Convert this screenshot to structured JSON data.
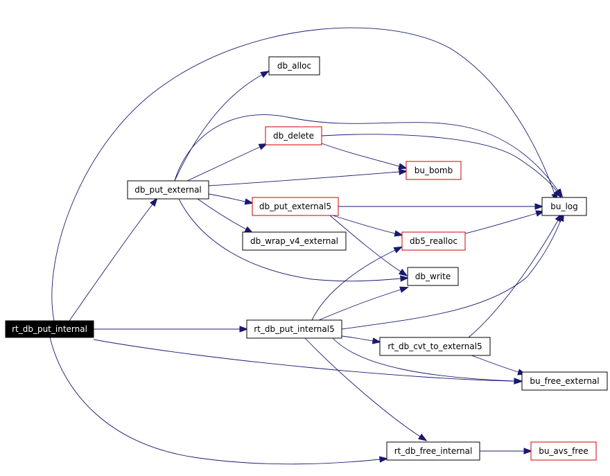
{
  "nodes": [
    {
      "id": "rt_db_put_internal",
      "label": "rt_db_put_internal",
      "style": "root"
    },
    {
      "id": "db_alloc",
      "label": "db_alloc",
      "style": "normal"
    },
    {
      "id": "db_delete",
      "label": "db_delete",
      "style": "external"
    },
    {
      "id": "db_put_external",
      "label": "db_put_external",
      "style": "normal"
    },
    {
      "id": "bu_bomb",
      "label": "bu_bomb",
      "style": "external"
    },
    {
      "id": "db_put_external5",
      "label": "db_put_external5",
      "style": "external"
    },
    {
      "id": "bu_log",
      "label": "bu_log",
      "style": "normal"
    },
    {
      "id": "db_wrap_v4_external",
      "label": "db_wrap_v4_external",
      "style": "normal"
    },
    {
      "id": "db5_realloc",
      "label": "db5_realloc",
      "style": "external"
    },
    {
      "id": "db_write",
      "label": "db_write",
      "style": "normal"
    },
    {
      "id": "rt_db_put_internal5",
      "label": "rt_db_put_internal5",
      "style": "normal"
    },
    {
      "id": "rt_db_cvt_to_external5",
      "label": "rt_db_cvt_to_external5",
      "style": "normal"
    },
    {
      "id": "bu_free_external",
      "label": "bu_free_external",
      "style": "normal"
    },
    {
      "id": "rt_db_free_internal",
      "label": "rt_db_free_internal",
      "style": "normal"
    },
    {
      "id": "bu_avs_free",
      "label": "bu_avs_free",
      "style": "external"
    }
  ],
  "edges": [
    {
      "from": "rt_db_put_internal",
      "to": "db_put_external"
    },
    {
      "from": "rt_db_put_internal",
      "to": "bu_log"
    },
    {
      "from": "rt_db_put_internal",
      "to": "rt_db_put_internal5"
    },
    {
      "from": "rt_db_put_internal",
      "to": "bu_free_external"
    },
    {
      "from": "rt_db_put_internal",
      "to": "rt_db_free_internal"
    },
    {
      "from": "db_put_external",
      "to": "db_alloc"
    },
    {
      "from": "db_put_external",
      "to": "db_delete"
    },
    {
      "from": "db_put_external",
      "to": "bu_bomb"
    },
    {
      "from": "db_put_external",
      "to": "db_put_external5"
    },
    {
      "from": "db_put_external",
      "to": "db_wrap_v4_external"
    },
    {
      "from": "db_put_external",
      "to": "db_write"
    },
    {
      "from": "db_put_external",
      "to": "bu_log"
    },
    {
      "from": "db_delete",
      "to": "bu_bomb"
    },
    {
      "from": "db_delete",
      "to": "bu_log"
    },
    {
      "from": "db_put_external5",
      "to": "bu_log"
    },
    {
      "from": "db_put_external5",
      "to": "db5_realloc"
    },
    {
      "from": "db_put_external5",
      "to": "db_write"
    },
    {
      "from": "db5_realloc",
      "to": "bu_log"
    },
    {
      "from": "rt_db_put_internal5",
      "to": "db5_realloc"
    },
    {
      "from": "rt_db_put_internal5",
      "to": "db_write"
    },
    {
      "from": "rt_db_put_internal5",
      "to": "bu_log"
    },
    {
      "from": "rt_db_put_internal5",
      "to": "rt_db_cvt_to_external5"
    },
    {
      "from": "rt_db_put_internal5",
      "to": "bu_free_external"
    },
    {
      "from": "rt_db_put_internal5",
      "to": "rt_db_free_internal"
    },
    {
      "from": "rt_db_cvt_to_external5",
      "to": "bu_log"
    },
    {
      "from": "rt_db_cvt_to_external5",
      "to": "bu_free_external"
    },
    {
      "from": "rt_db_free_internal",
      "to": "bu_avs_free"
    }
  ],
  "colors": {
    "edge": "#191970",
    "normal_border": "#000000",
    "external_border": "#cc0000",
    "root_fill": "#000000",
    "root_text": "#ffffff"
  }
}
